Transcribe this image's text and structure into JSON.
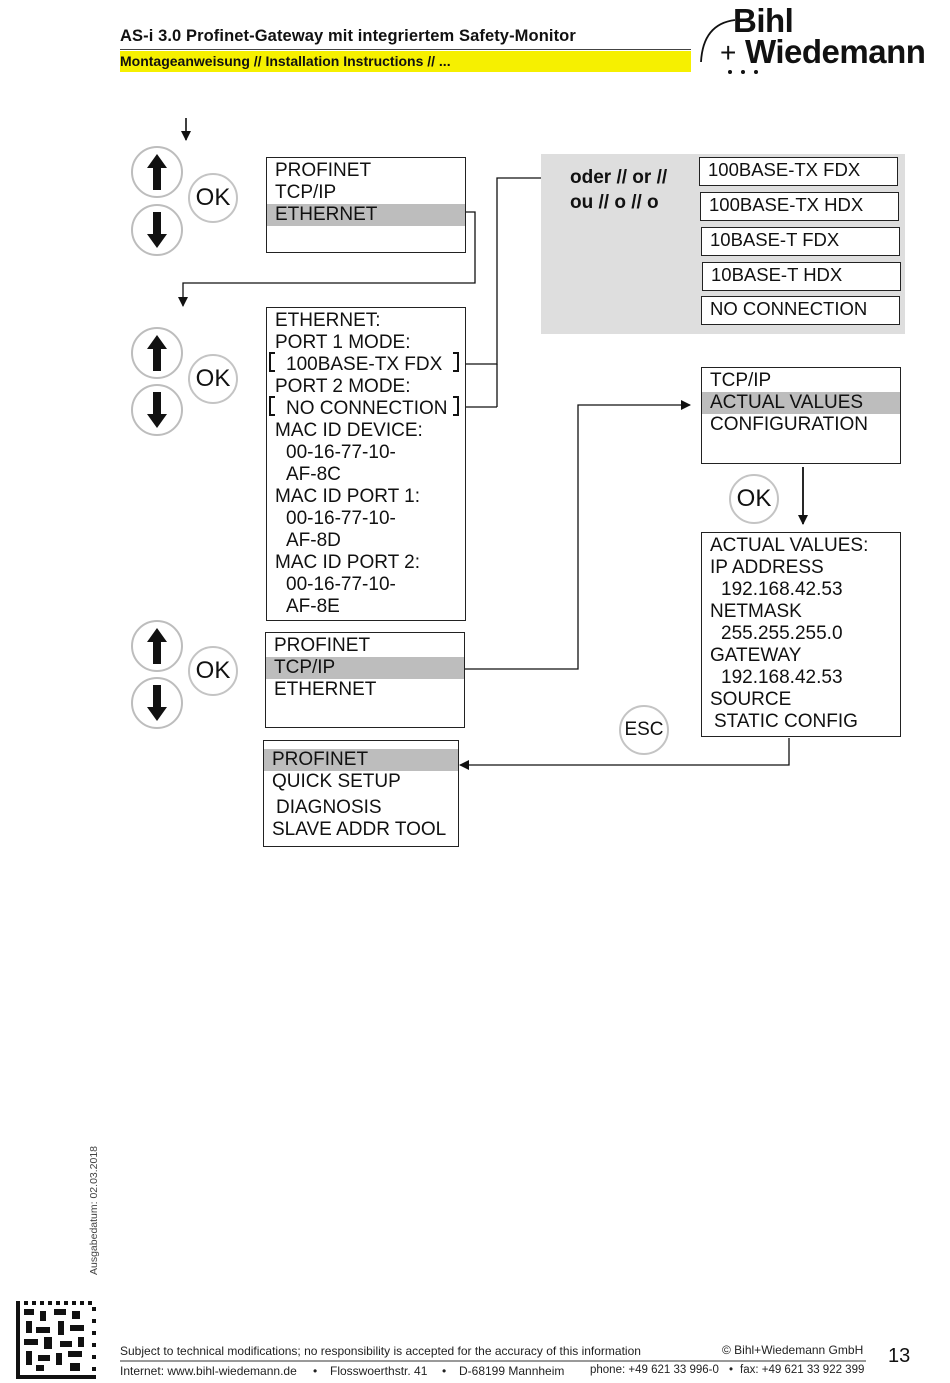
{
  "header": {
    "title": "AS-i 3.0 Profinet-Gateway mit integriertem Safety-Monitor",
    "subtitle": "Montageanweisung // Installation Instructions // ...",
    "logo_line1": "Bihl",
    "logo_plus": "+",
    "logo_line2": "Wiedemann"
  },
  "screens": {
    "menu1": [
      "PROFINET",
      "TCP/IP",
      "ETHERNET"
    ],
    "ethernet": [
      "ETHERNET:",
      "PORT 1 MODE:",
      "100BASE-TX FDX",
      "PORT 2 MODE:",
      "NO CONNECTION",
      "MAC ID DEVICE:",
      "00-16-77-10-",
      "AF-8C",
      "MAC ID PORT 1:",
      "00-16-77-10-",
      "AF-8D",
      "MAC ID PORT 2:",
      "00-16-77-10-",
      "AF-8E"
    ],
    "menu2": [
      "PROFINET",
      "TCP/IP",
      "ETHERNET"
    ],
    "tcpip": [
      "TCP/IP",
      "ACTUAL VALUES",
      "CONFIGURATION"
    ],
    "actual": [
      "ACTUAL VALUES:",
      "IP ADDRESS",
      "192.168.42.53",
      "NETMASK",
      "255.255.255.0",
      "GATEWAY",
      "192.168.42.53",
      "SOURCE",
      "STATIC CONFIG"
    ],
    "profinet": [
      "PROFINET",
      "QUICK SETUP",
      "DIAGNOSIS",
      "SLAVE ADDR TOOL"
    ]
  },
  "options": {
    "label_line1": "oder // or //",
    "label_line2": "ou // o // o",
    "items": [
      "100BASE-TX FDX",
      "100BASE-TX HDX",
      "10BASE-T FDX",
      "10BASE-T HDX",
      "NO CONNECTION"
    ]
  },
  "buttons": {
    "ok": "OK",
    "esc": "ESC"
  },
  "sidebar": {
    "date": "Ausgabedatum: 02.03.2018"
  },
  "footer": {
    "disclaimer": "Subject to technical modifications; no responsibility is accepted for the accuracy of this information",
    "copyright": "© Bihl+Wiedemann GmbH",
    "internet": "Internet: www.bihl-wiedemann.de",
    "street": "Flosswoerthstr. 41",
    "city": "D-68199 Mannheim",
    "phone": "phone: +49 621 33 996-0",
    "fax": "fax: +49 621 33 922 399",
    "page": "13",
    "sep": "•"
  }
}
